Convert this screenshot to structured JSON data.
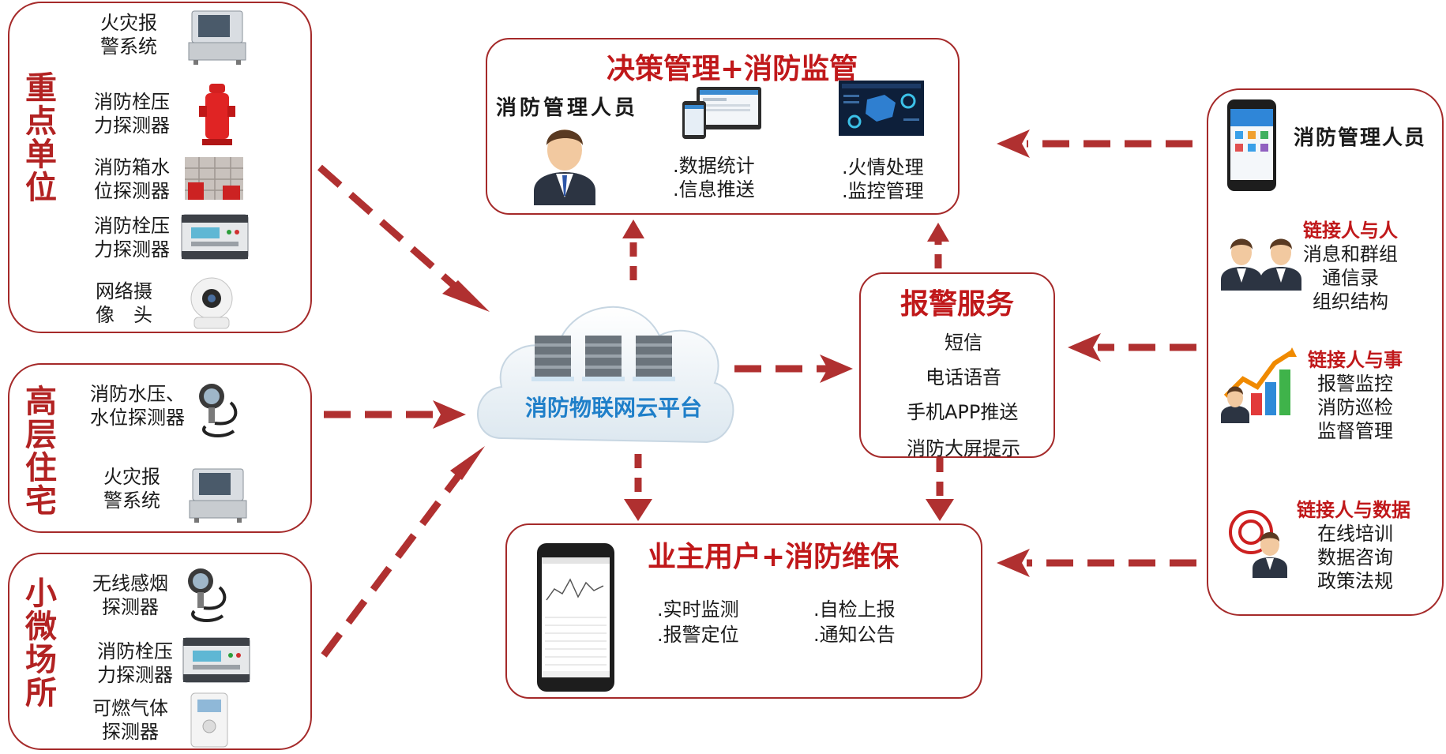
{
  "left_groups": [
    {
      "title": "重点单位",
      "items": [
        {
          "label": [
            "火灾报",
            "警系统"
          ],
          "icon": "fire-alarm-console-icon"
        },
        {
          "label": [
            "消防栓压",
            "力探测器"
          ],
          "icon": "fire-hydrant-icon"
        },
        {
          "label": [
            "消防箱水",
            "位探测器"
          ],
          "icon": "water-tank-icon"
        },
        {
          "label": [
            "消防栓压",
            "力探测器"
          ],
          "icon": "control-module-icon"
        },
        {
          "label": [
            "网络摄",
            "像　头"
          ],
          "icon": "network-camera-icon"
        }
      ]
    },
    {
      "title": "高层住宅",
      "items": [
        {
          "label": [
            "消防水压、",
            "水位探测器"
          ],
          "icon": "pressure-sensor-icon"
        },
        {
          "label": [
            "火灾报",
            "警系统"
          ],
          "icon": "fire-alarm-console-icon"
        }
      ]
    },
    {
      "title": "小微场所",
      "items": [
        {
          "label": [
            "无线感烟",
            "探测器"
          ],
          "icon": "smoke-detector-icon"
        },
        {
          "label": [
            "消防栓压",
            "力探测器"
          ],
          "icon": "control-module-icon"
        },
        {
          "label": [
            "可燃气体",
            "探测器"
          ],
          "icon": "gas-detector-icon"
        }
      ]
    }
  ],
  "cloud": {
    "label": "消防物联网云平台"
  },
  "decision": {
    "title": "决策管理+消防监管",
    "person": "消防管理人员",
    "col1": [
      ".数据统计",
      ".信息推送"
    ],
    "col2": [
      ".火情处理",
      ".监控管理"
    ]
  },
  "alarm": {
    "title": "报警服务",
    "items": [
      "短信",
      "电话语音",
      "手机APP推送",
      "消防大屏提示"
    ]
  },
  "owner": {
    "title": "业主用户+消防维保",
    "col1": [
      ".实时监测",
      ".报警定位"
    ],
    "col2": [
      ".自检上报",
      ".通知公告"
    ]
  },
  "right": {
    "title": "消防管理人员",
    "links": [
      {
        "title": "链接人与人",
        "items": [
          "消息和群组",
          "通信录",
          "组织结构"
        ]
      },
      {
        "title": "链接人与事",
        "items": [
          "报警监控",
          "消防巡检",
          "监督管理"
        ]
      },
      {
        "title": "链接人与数据",
        "items": [
          "在线培训",
          "数据咨询",
          "政策法规"
        ]
      }
    ]
  },
  "colors": {
    "accent": "#b22222",
    "cloud_text": "#1f7fc9",
    "arrow": "#b03030"
  }
}
